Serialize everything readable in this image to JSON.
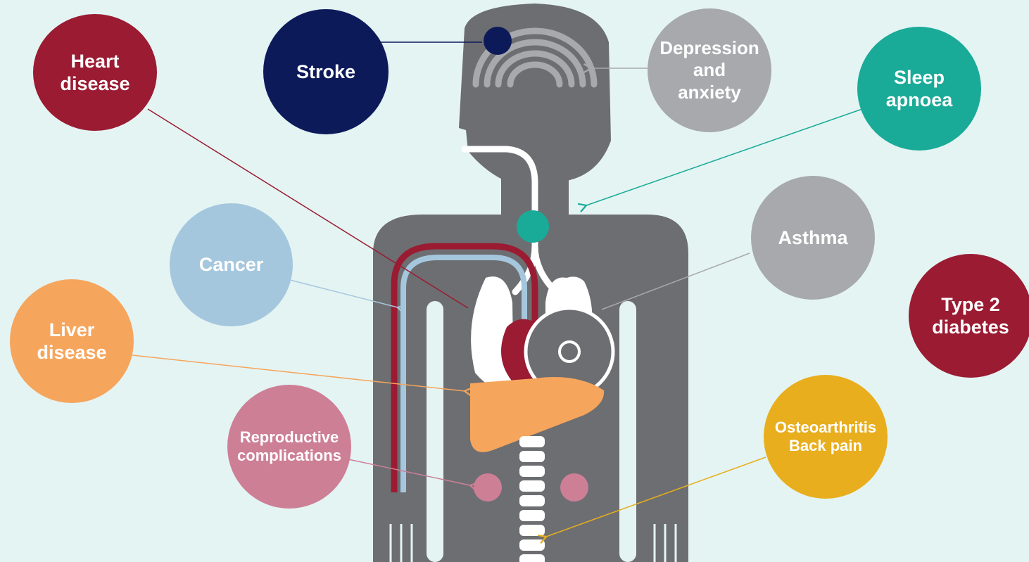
{
  "colors": {
    "background": "#e4f4f3",
    "body": "#6d6e71",
    "heart": "#9a1b32",
    "stroke": "#0d1a5a",
    "depression": "#a7a9ac",
    "sleep": "#1aaa98",
    "cancer": "#a5c7de",
    "liver": "#f6a55c",
    "asthma": "#a7a9ac",
    "diabetes": "#9a1b32",
    "reproductive": "#cd7f96",
    "osteo": "#e8ae1d"
  },
  "conditions": [
    {
      "id": "heart-disease",
      "lines": [
        "Heart",
        "disease"
      ],
      "color": "#9a1b32"
    },
    {
      "id": "stroke",
      "lines": [
        "Stroke"
      ],
      "color": "#0d1a5a"
    },
    {
      "id": "depression",
      "lines": [
        "Depression",
        "and",
        "anxiety"
      ],
      "color": "#a7a9ac"
    },
    {
      "id": "sleep-apnoea",
      "lines": [
        "Sleep",
        "apnoea"
      ],
      "color": "#1aaa98"
    },
    {
      "id": "cancer",
      "lines": [
        "Cancer"
      ],
      "color": "#a5c7de"
    },
    {
      "id": "asthma",
      "lines": [
        "Asthma"
      ],
      "color": "#a7a9ac"
    },
    {
      "id": "type-2-diabetes",
      "lines": [
        "Type 2",
        "diabetes"
      ],
      "color": "#9a1b32"
    },
    {
      "id": "liver-disease",
      "lines": [
        "Liver",
        "disease"
      ],
      "color": "#f6a55c"
    },
    {
      "id": "reproductive",
      "lines": [
        "Reproductive",
        "complications"
      ],
      "color": "#cd7f96"
    },
    {
      "id": "osteoarthritis",
      "lines": [
        "Osteoarthritis",
        "Back pain"
      ],
      "color": "#e8ae1d"
    }
  ]
}
